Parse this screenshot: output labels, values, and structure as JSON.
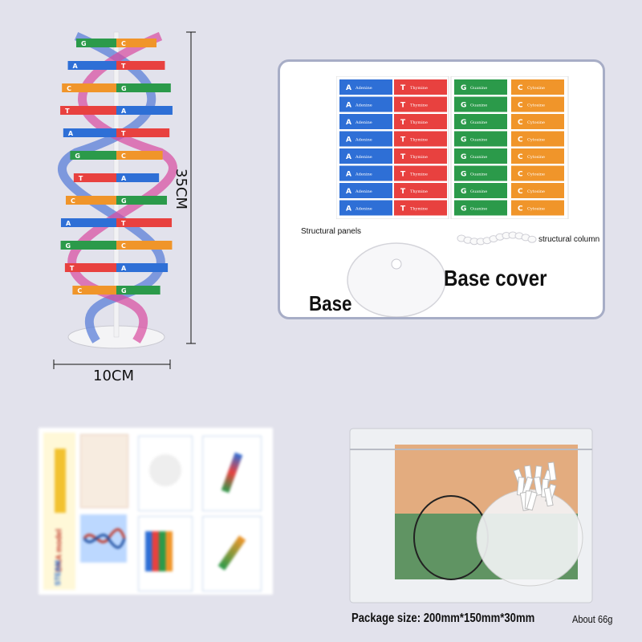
{
  "dimensions": {
    "height": "35CM",
    "width": "10CM"
  },
  "parts": {
    "structural_panels_label": "Structural panels",
    "structural_column_label": "structural column",
    "base_cover_label": "Base cover",
    "base_label": "Base"
  },
  "bases": {
    "adenine": {
      "letter": "A",
      "name": "Adenine",
      "color": "#2e6fd6"
    },
    "thymine": {
      "letter": "T",
      "name": "Thymine",
      "color": "#e8413f"
    },
    "guanine": {
      "letter": "G",
      "name": "Guanine",
      "color": "#2b9a4a"
    },
    "cytosine": {
      "letter": "C",
      "name": "Cytosine",
      "color": "#f0952a"
    }
  },
  "manual": {
    "brand": "STEAM",
    "title": "DNA model"
  },
  "package": {
    "size_text": "Package size: 200mm*150mm*30mm",
    "weight_text": "About 66g"
  }
}
